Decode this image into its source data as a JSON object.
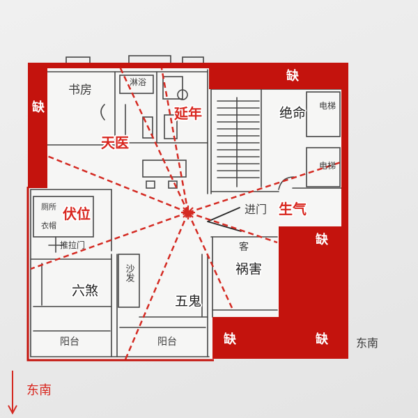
{
  "labels": {
    "missing": [
      "缺",
      "缺",
      "缺",
      "缺",
      "缺"
    ],
    "tianyi": "天医",
    "yannian": "延年",
    "jueming": "绝命",
    "fuwei": "伏位",
    "shengqi": "生气",
    "huohai": "祸害",
    "liusha": "六煞",
    "wugui": "五鬼"
  },
  "handwriting": {
    "study": "书房",
    "shower": "淋浴",
    "elevator_1": "电梯",
    "elevator_2": "电梯",
    "entrance": "进门",
    "toilet": "厕所",
    "cloakroom": "衣帽",
    "sliding_door": "推拉门",
    "sofa": "沙发",
    "guest": "客",
    "balcony_1": "阳台",
    "balcony_2": "阳台",
    "southeast": "东南"
  },
  "direction": {
    "label": "东南",
    "arrow_icon": "arrow-down-icon"
  },
  "colors": {
    "missing_zone": "#c4130d",
    "ray": "#d42a22",
    "good_text": "#d8261e",
    "bad_text": "#1e1e1e"
  }
}
